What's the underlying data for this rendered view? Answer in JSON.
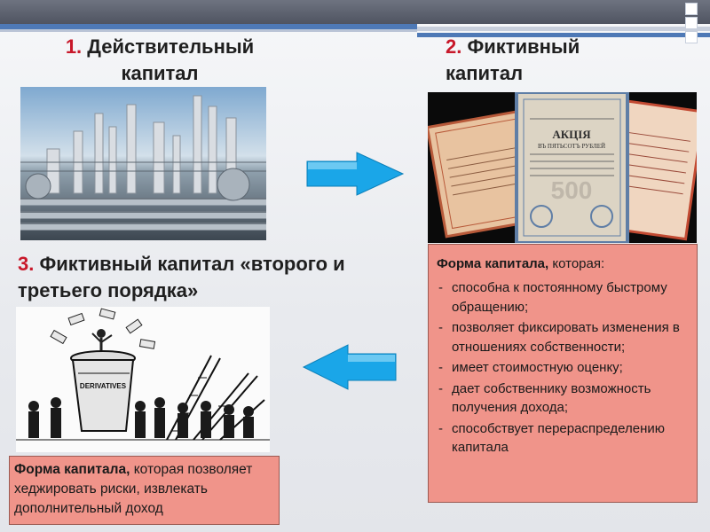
{
  "heading_1": {
    "num": "1.",
    "text": "Действительный капитал"
  },
  "heading_2": {
    "num": "2.",
    "text": "Фиктивный капитал"
  },
  "heading_3": {
    "num": "3.",
    "text": "Фиктивный капитал «второго и третьего порядка»"
  },
  "images": {
    "bond_title": "АКЦIЯ",
    "bond_denomination": "ВЪ ПЯТЬСОТЪ РУБЛЕЙ",
    "bond_watermark": "500",
    "cartoon_hat_text": "DERIVATIVES"
  },
  "panel_right": {
    "title_bold": "Форма капитала,",
    "title_rest": " которая:",
    "items": [
      "способна к постоянному быстрому обращению;",
      "позволяет фиксировать изменения в отношениях собственности;",
      " имеет стоимостную оценку;",
      "дает собственнику возможность получения дохода;",
      "способствует перераспределению капитала"
    ]
  },
  "panel_left": {
    "bold": "Форма капитала,",
    "rest": " которая позволяет хеджировать риски, извлекать дополнительный доход"
  },
  "colors": {
    "accent_red": "#c8182a",
    "arrow_blue": "#1aa6e8",
    "panel_bg": "#f0948a"
  }
}
